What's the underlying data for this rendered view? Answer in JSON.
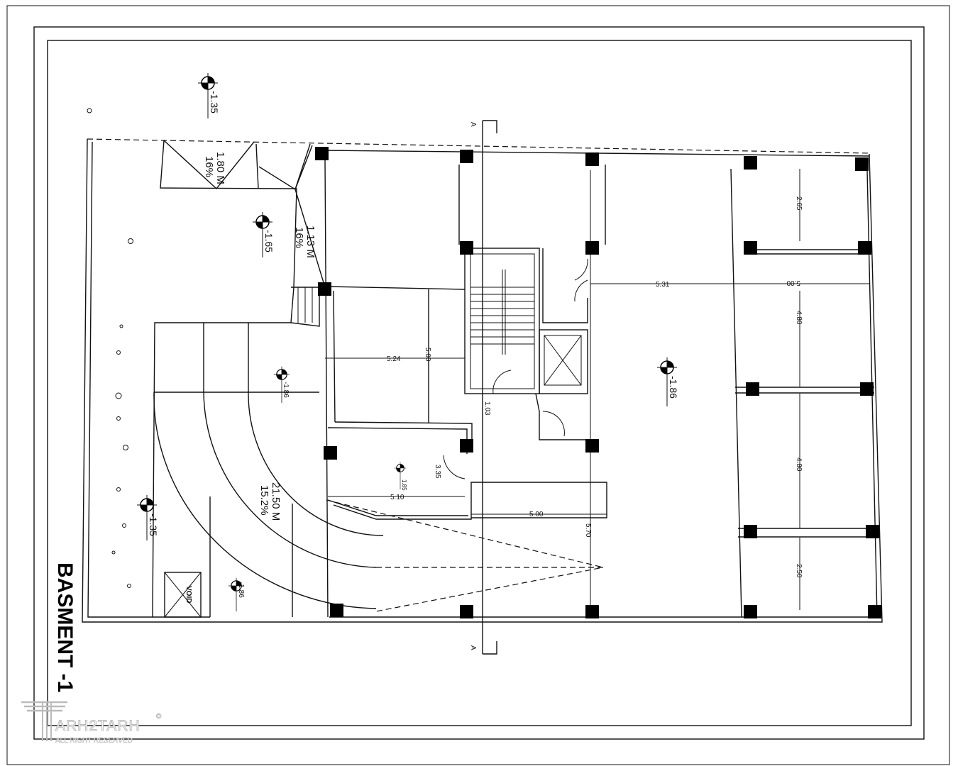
{
  "drawing": {
    "title": "BASMENT -1",
    "section_marker": "A",
    "void_label": "VOID",
    "ramps": [
      {
        "length": "1.80 M",
        "slope": "16%"
      },
      {
        "length": "1.13 M",
        "slope": "16%"
      },
      {
        "length": "21.50 M",
        "slope": "15.2%"
      }
    ],
    "elevations": [
      "-1.35",
      "-1.65",
      "-1.86",
      "-1.86",
      "-1.35",
      "1.85",
      "-1.86"
    ],
    "dimensions": [
      "2.65",
      "5.31",
      "5.00",
      "4.80",
      "4.80",
      "2.50",
      "5.24",
      "5.00",
      "1.03",
      "3.35",
      "5.10",
      "5.00",
      "5.70"
    ]
  },
  "watermark": {
    "brand": "ARH2TARH",
    "subtitle": "ALL RIGHT RESERVED",
    "copyright": "©"
  }
}
